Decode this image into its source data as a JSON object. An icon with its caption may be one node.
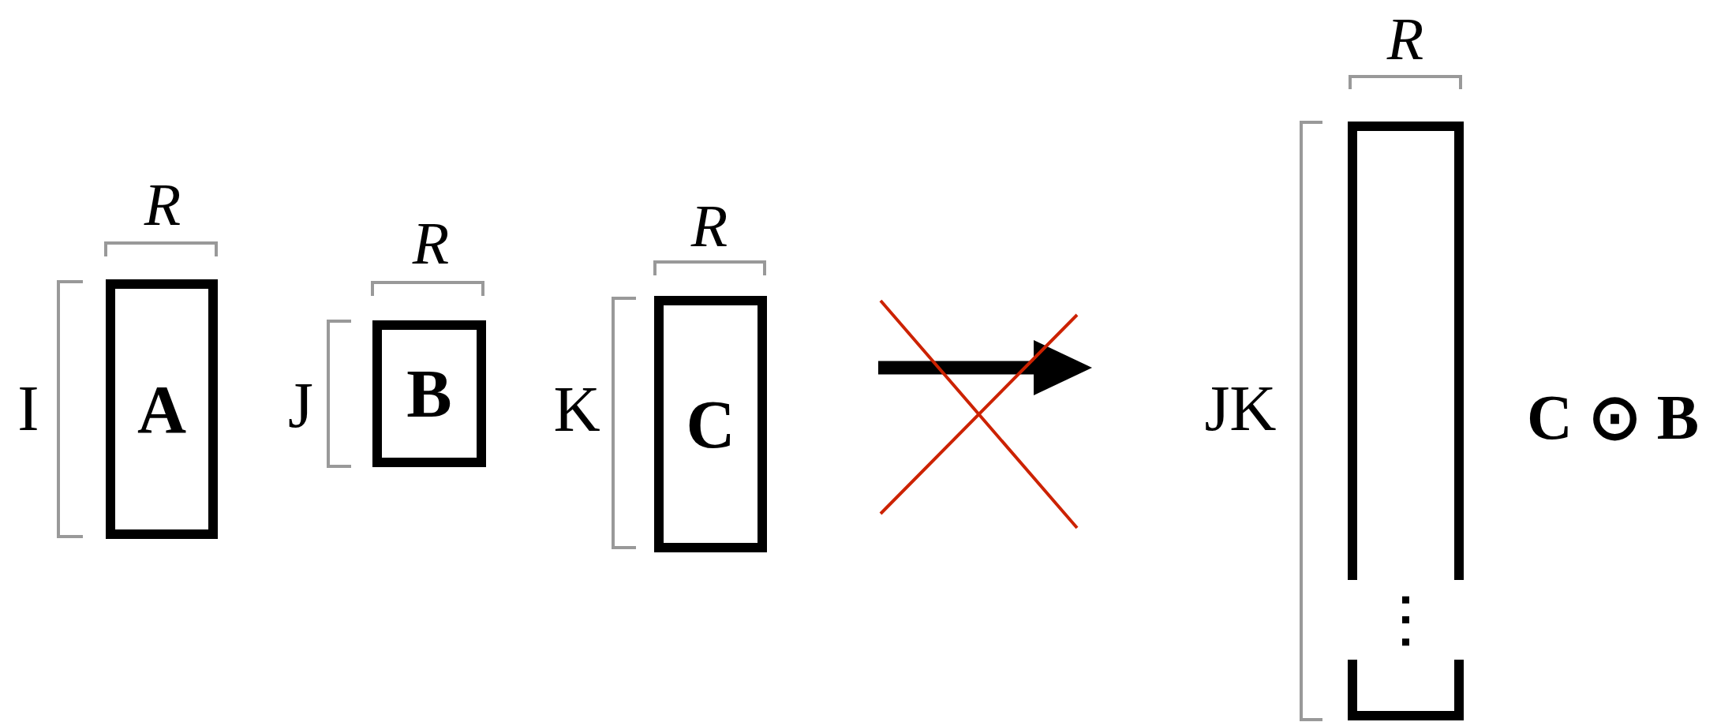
{
  "diagram": {
    "nodes": [
      {
        "text": [
          "A"
        ]
      },
      {
        "text": [
          "B"
        ]
      },
      {
        "text": [
          "C"
        ]
      },
      {
        "text": [],
        "shape": "box",
        "beside": [
          "C ⊙ B"
        ]
      }
    ],
    "labels": [
      "R",
      "I",
      "R",
      "J",
      "R",
      "K",
      "R",
      "JK"
    ]
  }
}
